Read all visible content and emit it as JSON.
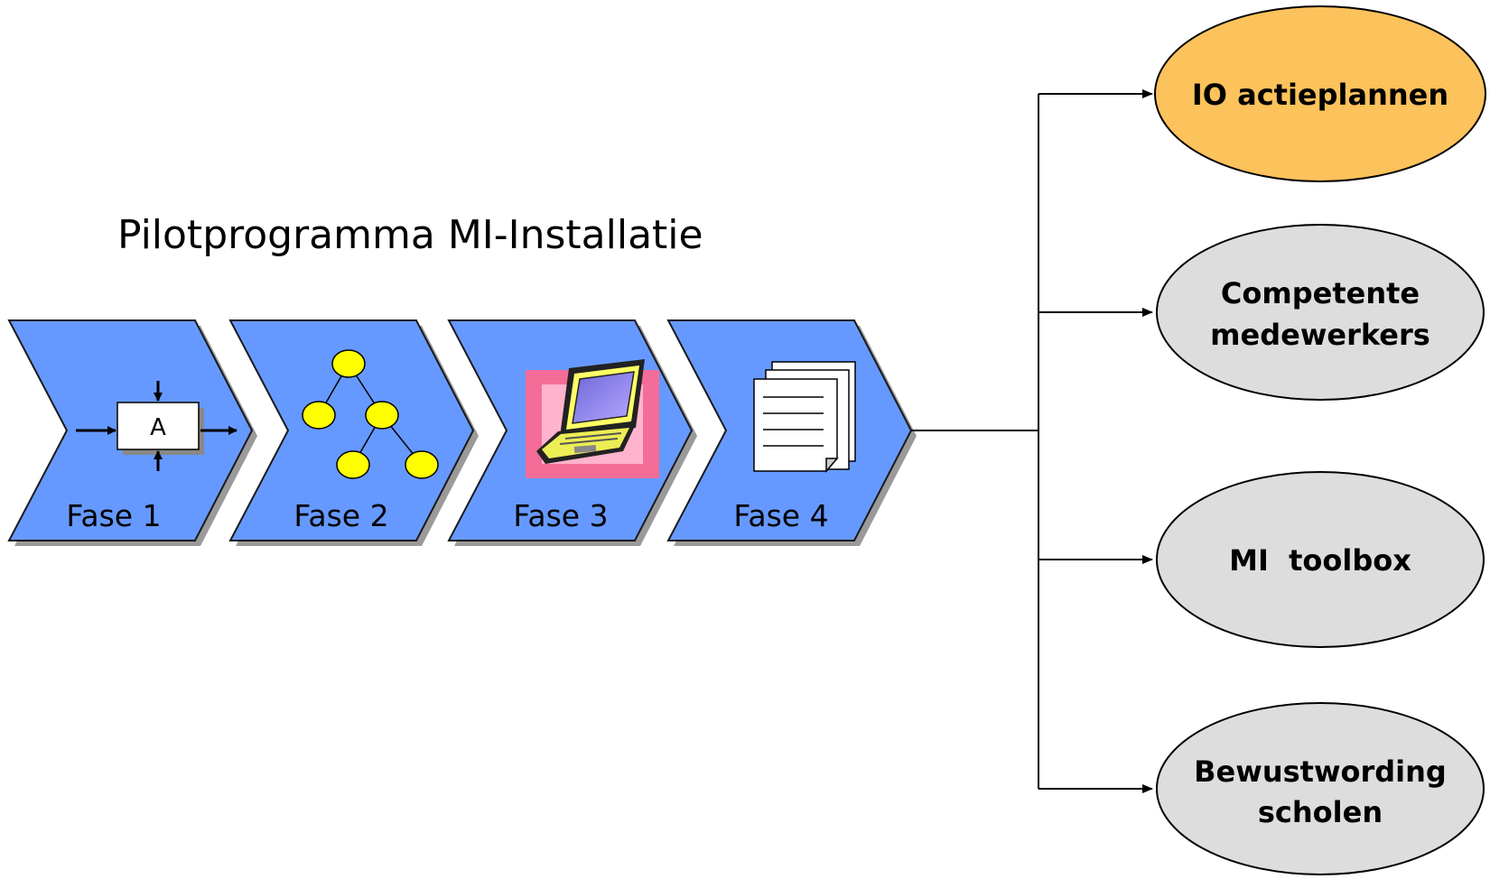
{
  "title": "Pilotprogramma MI-Installatie",
  "phases": [
    {
      "label": "Fase 1",
      "icon": "process-box-icon",
      "box_letter": "A"
    },
    {
      "label": "Fase 2",
      "icon": "tree-hierarchy-icon"
    },
    {
      "label": "Fase 3",
      "icon": "laptop-icon"
    },
    {
      "label": "Fase 4",
      "icon": "documents-icon"
    }
  ],
  "outcomes": [
    {
      "lines": [
        "IO actieplannen"
      ],
      "color": "#FCC25B",
      "highlighted": true
    },
    {
      "lines": [
        "Competente",
        "medewerkers"
      ],
      "color": "#DDDDDD"
    },
    {
      "lines": [
        "MI  toolbox"
      ],
      "color": "#DDDDDD"
    },
    {
      "lines": [
        "Bewustwording",
        "scholen"
      ],
      "color": "#DDDDDD"
    }
  ],
  "colors": {
    "chevron_fill": "#6699FF",
    "chevron_shadow": "#9A9A9A",
    "node_fill": "#FFFF00",
    "connector": "#000000"
  }
}
